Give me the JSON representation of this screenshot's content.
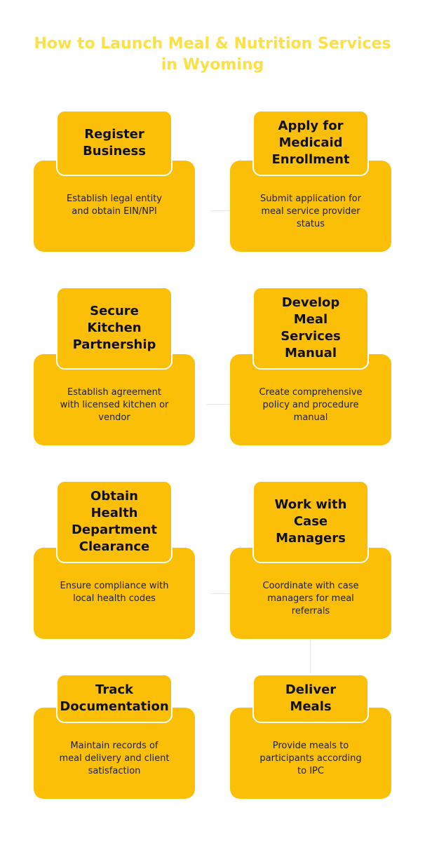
{
  "title": {
    "line1": "How to Launch Meal & Nutrition Services",
    "line2": "in Wyoming"
  },
  "steps": [
    {
      "title_lines": [
        "Register",
        "Business"
      ],
      "desc_lines": [
        "Establish legal entity",
        "and obtain EIN/NPI"
      ]
    },
    {
      "title_lines": [
        "Apply for",
        "Medicaid",
        "Enrollment"
      ],
      "desc_lines": [
        "Submit application for",
        "meal service provider",
        "status"
      ]
    },
    {
      "title_lines": [
        "Secure",
        "Kitchen",
        "Partnership"
      ],
      "desc_lines": [
        "Establish agreement",
        "with licensed kitchen or",
        "vendor"
      ]
    },
    {
      "title_lines": [
        "Develop",
        "Meal",
        "Services",
        "Manual"
      ],
      "desc_lines": [
        "Create comprehensive",
        "policy and procedure",
        "manual"
      ]
    },
    {
      "title_lines": [
        "Obtain",
        "Health",
        "Department",
        "Clearance"
      ],
      "desc_lines": [
        "Ensure compliance with",
        "local health codes"
      ]
    },
    {
      "title_lines": [
        "Work with",
        "Case",
        "Managers"
      ],
      "desc_lines": [
        "Coordinate with case",
        "managers for meal",
        "referrals"
      ]
    },
    {
      "title_lines": [
        "Track",
        "Documentation"
      ],
      "desc_lines": [
        "Maintain records of",
        "meal delivery and client",
        "satisfaction"
      ]
    },
    {
      "title_lines": [
        "Deliver",
        "Meals"
      ],
      "desc_lines": [
        "Provide meals to",
        "participants according",
        "to IPC"
      ]
    }
  ],
  "colors": {
    "title": "#fde047",
    "card": "#fbbf08",
    "text": "#111111"
  }
}
